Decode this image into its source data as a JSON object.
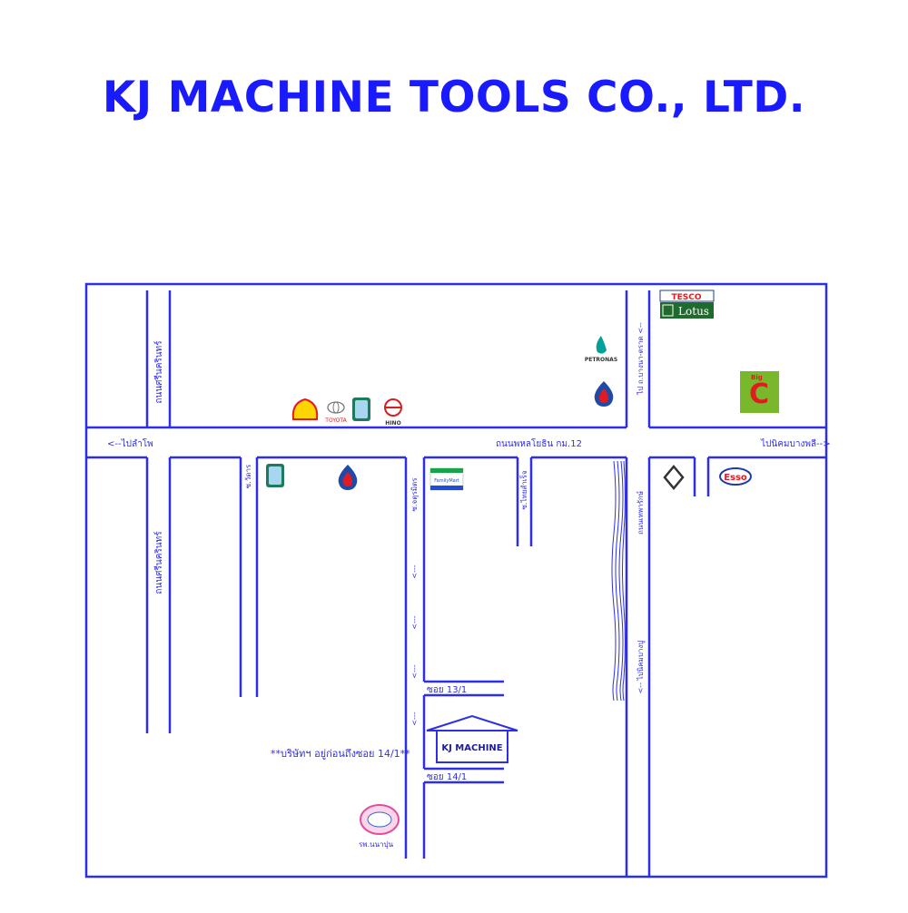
{
  "title": "KJ MACHINE TOOLS CO., LTD.",
  "map": {
    "main_road": "ถนนพหลโยธิน กม.12",
    "to_west": "<--ไปลำโพ",
    "to_east": "ไปนิคมบางพลี-->",
    "road_left_upper": "ถนนศรีนครินทร์",
    "road_left_lower": "ถนนศรีนครินทร์",
    "road_right_upper": "ไป ถ.บางนา-ตราด <--",
    "road_right_lower_1": "ถนนเทพารักษ์",
    "road_right_lower_2": "<-- ไปนิคมบางปู",
    "soi_a": "ซ.วัดาร",
    "soi_b": "ซ.จตุรมิตร",
    "soi_c": "ซ.ไทยสำเร็จ",
    "soi_13": "ซอย 13/1",
    "soi_14": "ซอย 14/1",
    "company": "KJ MACHINE",
    "note": "**บริษัทฯ อยู่ก่อนถึงซอย 14/1**",
    "hospital": "รพ.นนาปุน",
    "brands": {
      "tesco": "TESCO",
      "lotus": "Lotus",
      "petronas": "PETRONAS",
      "bigc": "Big C",
      "toyota": "TOYOTA",
      "hino": "HINO",
      "familymart": "FamilyMart",
      "esso": "Esso"
    }
  },
  "colors": {
    "road": "#2e2ee6",
    "title": "#1a1aff"
  }
}
